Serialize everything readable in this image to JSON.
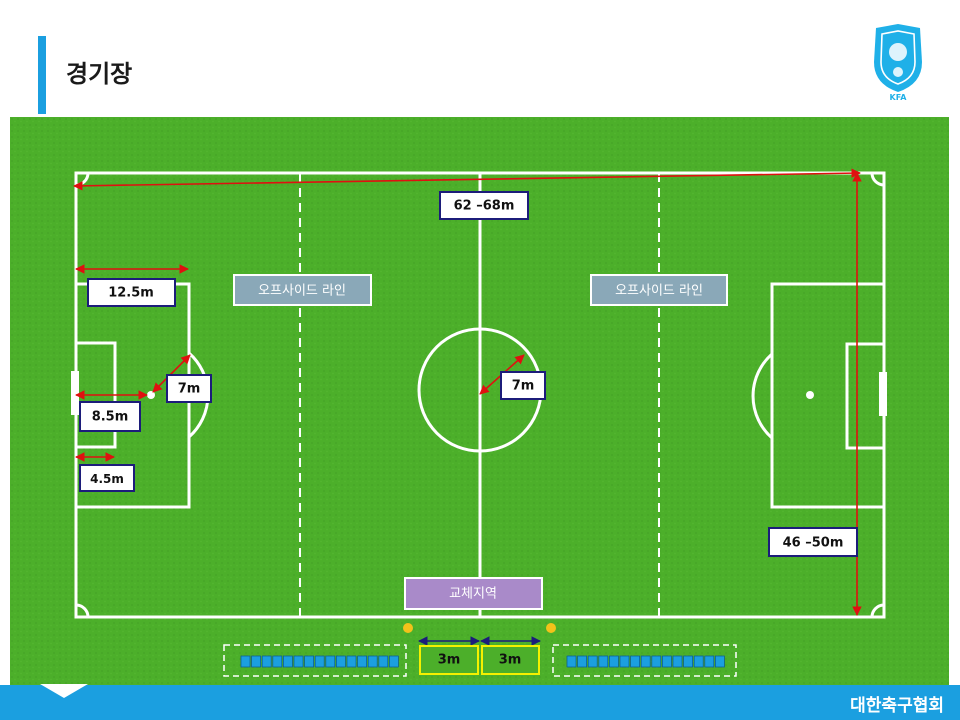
{
  "page": {
    "title": "경기장"
  },
  "logo": {
    "text": "KFA",
    "icon": "tiger-crest-icon"
  },
  "footer": {
    "org_name": "대한축구협회"
  },
  "field": {
    "length_label": "62 –68m",
    "width_label": "46 –50m",
    "penalty_depth_label": "12.5m",
    "penalty_spot_label": "8.5m",
    "goal_area_label": "4.5m",
    "penalty_arc_radius_label": "7m",
    "center_circle_radius_label": "7m",
    "offside_left_label": "오프사이드 라인",
    "offside_right_label": "오프사이드 라인",
    "substitution_zone_label": "교체지역",
    "sub_left_label": "3m",
    "sub_right_label": "3m"
  },
  "colors": {
    "accent": "#1b9fe0",
    "field": "#4caf2a",
    "arrow": "#e01010",
    "label_border": "#1c1c7a"
  }
}
